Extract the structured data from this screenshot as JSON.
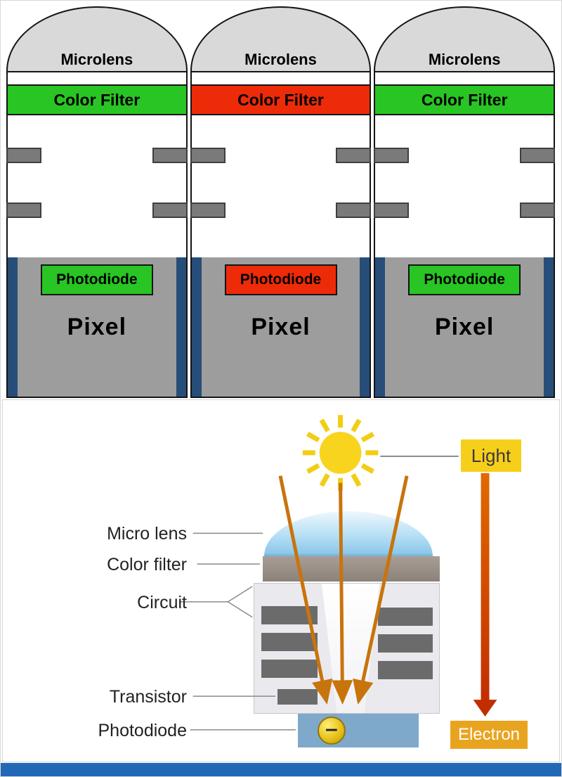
{
  "top_diagram": {
    "cells": [
      {
        "microlens": "Microlens",
        "color_filter": "Color Filter",
        "filter_color": "#29c524",
        "photodiode": "Photodiode",
        "photodiode_color": "#29c524",
        "pixel": "Pixel"
      },
      {
        "microlens": "Microlens",
        "color_filter": "Color Filter",
        "filter_color": "#ee2b09",
        "photodiode": "Photodiode",
        "photodiode_color": "#ee2b09",
        "pixel": "Pixel"
      },
      {
        "microlens": "Microlens",
        "color_filter": "Color Filter",
        "filter_color": "#29c524",
        "photodiode": "Photodiode",
        "photodiode_color": "#29c524",
        "pixel": "Pixel"
      }
    ],
    "colors": {
      "dome": "#d9d9d9",
      "pixel_body": "#9d9d9d",
      "isolation_bar": "#274e78",
      "metal_bar": "#7a7a7a"
    }
  },
  "bottom_diagram": {
    "labels": {
      "micro_lens": "Micro lens",
      "color_filter": "Color filter",
      "circuit": "Circuit",
      "transistor": "Transistor",
      "photodiode": "Photodiode"
    },
    "light_label": "Light",
    "electron_label": "Electron",
    "electron_symbol": "−",
    "colors": {
      "sun": "#f8d41f",
      "light_box": "#f6cf1b",
      "electron_box": "#e9a41f",
      "light_ray_arrow": "#c8740c",
      "electron_flow_arrow_top": "#e06a00",
      "electron_flow_arrow_bottom": "#c22e00",
      "lens_top": "#eef8fe",
      "lens_bottom": "#8cc6e9",
      "filter_bar": "#998f86",
      "circuit_bg": "#eaeaee",
      "transistor_block": "#6b6b6b",
      "photodiode_bar": "#7ea9cb",
      "electron_ball": "#e8c21a",
      "footer_bar": "#2368b4"
    }
  }
}
